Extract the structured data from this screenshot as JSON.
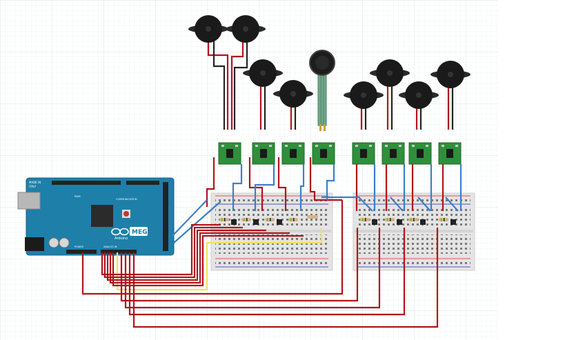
{
  "arduino": {
    "board_name": "MEGA",
    "brand": "Arduino",
    "made_in": "MADE IN",
    "country": "ITALY",
    "label_communication": "COMMUNICATION",
    "label_power": "POWER",
    "label_analog_in": "ANALOG IN",
    "label_pwm": "PWM"
  },
  "components": {
    "buzzers": [
      "buzzer-1",
      "buzzer-2",
      "buzzer-3",
      "buzzer-4",
      "buzzer-5",
      "buzzer-6",
      "buzzer-7",
      "buzzer-8"
    ],
    "sensor_modules": 8,
    "breadboards": 2
  },
  "colors": {
    "grid_minor": "#eef1f4",
    "grid_major": "#dde3ea",
    "arduino_board": "#1e7fa8",
    "module_pcb": "#2f8f3b",
    "wire_red": "#b0141a",
    "wire_blue": "#3b7fc8",
    "wire_yellow": "#f1e35a",
    "wire_black": "#222222",
    "breadboard": "#e7e7e7"
  }
}
